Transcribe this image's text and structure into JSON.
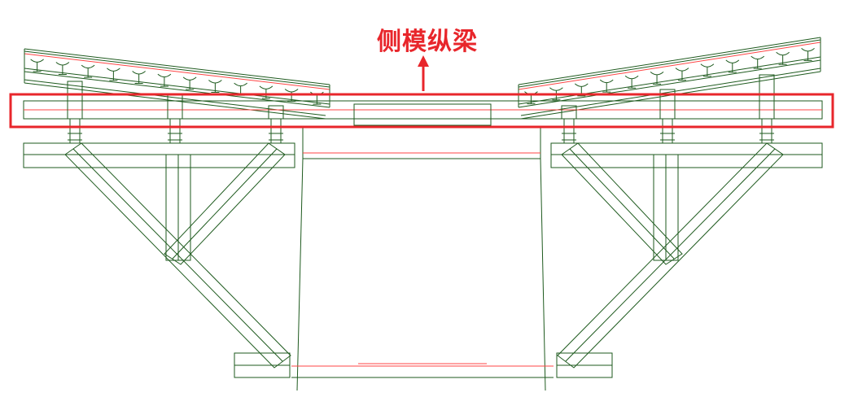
{
  "diagram": {
    "callout_label": "侧模纵梁",
    "colors": {
      "structure": "#1e5a1e",
      "highlight": "#e8262b",
      "centerline": "#ff4444",
      "background": "#ffffff"
    },
    "elements": [
      "left-roof-formwork",
      "right-roof-formwork",
      "side-form-longitudinal-beam",
      "left-support-truss",
      "right-support-truss",
      "center-box-section"
    ]
  }
}
